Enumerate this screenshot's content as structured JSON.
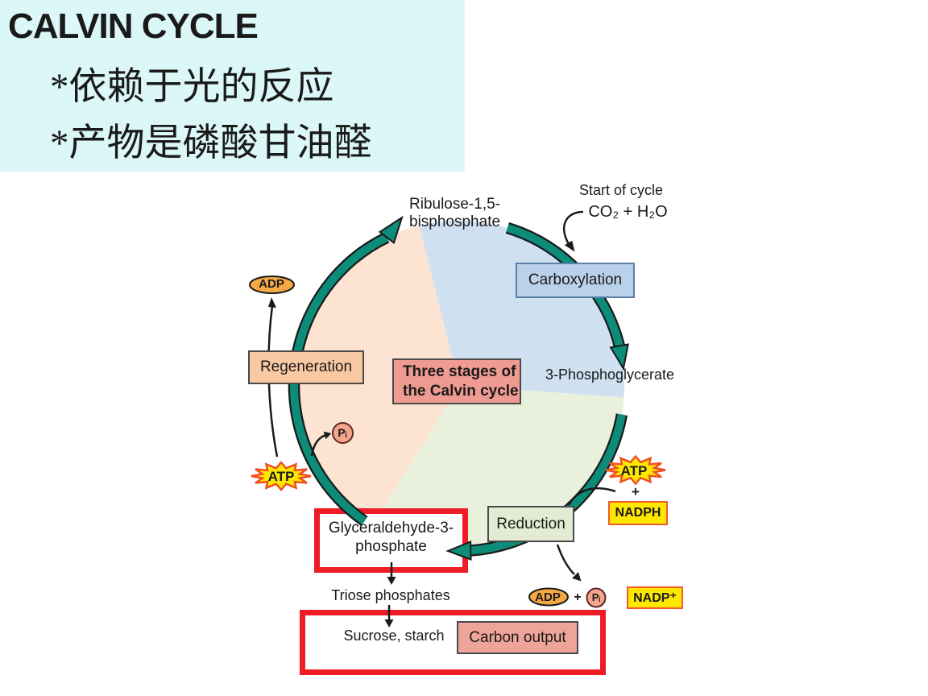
{
  "title": {
    "heading": "CALVIN CYCLE",
    "bullet1": "*依赖于光的反应",
    "bullet2": "*产物是磷酸甘油醛"
  },
  "diagram": {
    "start": {
      "label": "Start of cycle",
      "inputs": "CO₂ + H₂O"
    },
    "metabolites": {
      "ribulose1": "Ribulose-1,5-",
      "ribulose2": "bisphosphate",
      "pga": "3-Phosphoglycerate",
      "g3p1": "Glyceraldehyde-3-",
      "g3p2": "phosphate",
      "triose": "Triose phosphates",
      "sucrose": "Sucrose, starch"
    },
    "stages": {
      "carboxylation": "Carboxylation",
      "reduction": "Reduction",
      "regeneration": "Regeneration",
      "center1": "Three stages of",
      "center2": "the Calvin cycle",
      "carbon_output": "Carbon output"
    },
    "cofactors": {
      "atp": "ATP",
      "adp": "ADP",
      "pi": "Pᵢ",
      "nadph": "NADPH",
      "nadp_plus": "NADP⁺",
      "plus": "+"
    }
  },
  "colors": {
    "title_bg": "#dcf7f7",
    "cycle_arrow_teal": "#0e8c7a",
    "sector_peach": "#fce3d2",
    "sector_blue": "#cfe0f1",
    "sector_green": "#e9f0dc",
    "carboxylation_fill": "#b9d1ea",
    "regeneration_fill": "#f9c9a4",
    "reduction_fill": "#e3ecd3",
    "center_box_fill": "#ef9b91",
    "carbon_output_fill": "#efa49a",
    "adp_fill": "#f5a843",
    "pi_fill": "#f4a58e",
    "atp_fill": "#ffe800",
    "atp_border": "#f04f24",
    "highlight_red": "#ee1c25"
  }
}
